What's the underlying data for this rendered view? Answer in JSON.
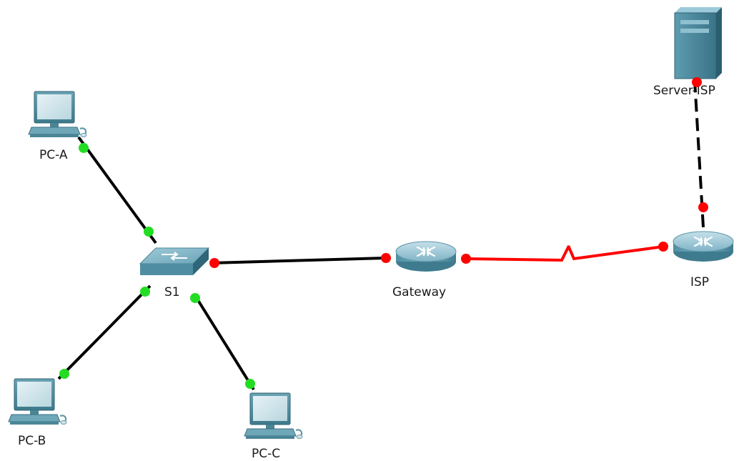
{
  "diagram": {
    "devices": {
      "pc_a": {
        "label": "PC-A",
        "type": "pc"
      },
      "pc_b": {
        "label": "PC-B",
        "type": "pc"
      },
      "pc_c": {
        "label": "PC-C",
        "type": "pc"
      },
      "s1": {
        "label": "S1",
        "type": "switch"
      },
      "gateway": {
        "label": "Gateway",
        "type": "router"
      },
      "isp": {
        "label": "ISP",
        "type": "router"
      },
      "server_isp": {
        "label": "Server-ISP",
        "type": "server"
      }
    },
    "links": [
      {
        "from": "PC-A",
        "to": "S1",
        "cable": "copper-straight-through",
        "color": "#000000",
        "status": "up"
      },
      {
        "from": "PC-B",
        "to": "S1",
        "cable": "copper-straight-through",
        "color": "#000000",
        "status": "up"
      },
      {
        "from": "PC-C",
        "to": "S1",
        "cable": "copper-straight-through",
        "color": "#000000",
        "status": "up"
      },
      {
        "from": "S1",
        "to": "Gateway",
        "cable": "copper-straight-through",
        "color": "#000000",
        "status": "down"
      },
      {
        "from": "Gateway",
        "to": "ISP",
        "cable": "serial",
        "color": "#ff0000",
        "status": "down"
      },
      {
        "from": "ISP",
        "to": "Server-ISP",
        "cable": "copper-cross-over",
        "color": "#000000",
        "status": "down"
      }
    ],
    "status_colors": {
      "up": "#22dd22",
      "down": "#ff0000"
    }
  }
}
